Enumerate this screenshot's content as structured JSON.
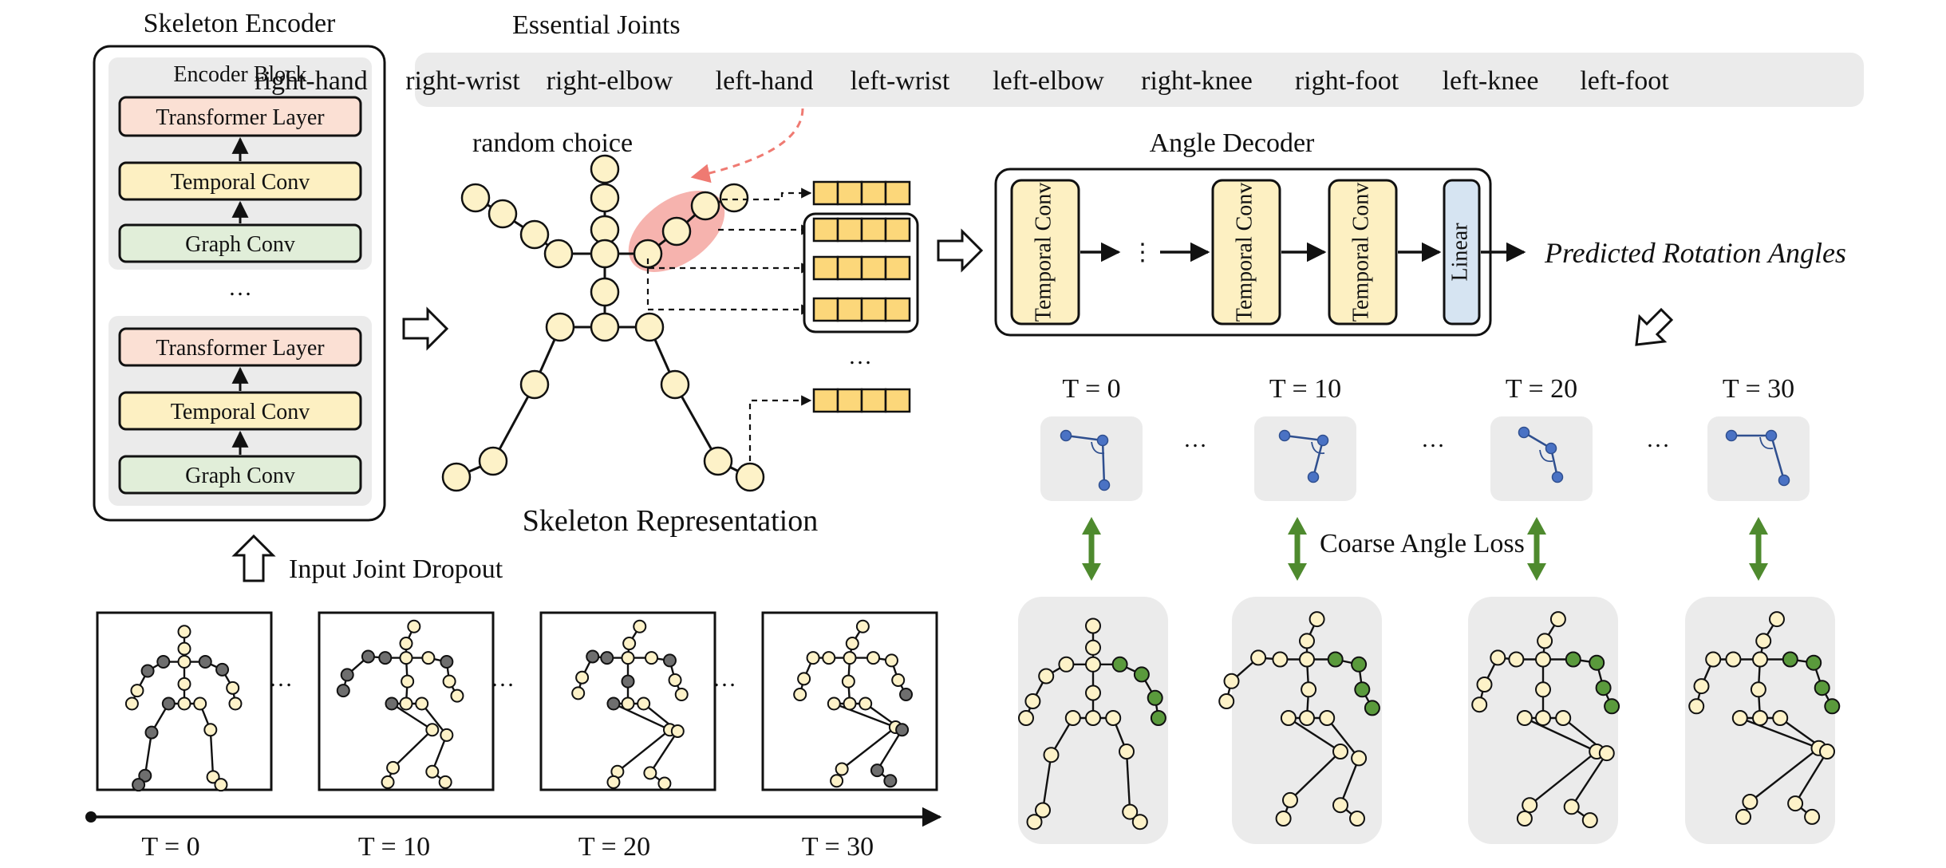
{
  "skeleton_encoder": {
    "title": "Skeleton Encoder",
    "block_title": "Encoder Block",
    "transformer_label": "Transformer Layer",
    "temporal_label": "Temporal Conv",
    "graph_label": "Graph Conv",
    "ellipsis": "…"
  },
  "essential_joints": {
    "title": "Essential Joints",
    "joints": [
      "right-hand",
      "right-wrist",
      "right-elbow",
      "left-hand",
      "left-wrist",
      "left-elbow",
      "right-knee",
      "right-foot",
      "left-knee",
      "left-foot"
    ],
    "selected_index": 2
  },
  "skeleton_representation": {
    "random_choice_label": "random choice",
    "title": "Skeleton Representation",
    "ellipsis": "…"
  },
  "angle_decoder": {
    "title": "Angle Decoder",
    "temporal_label": "Temporal Conv",
    "linear_label": "Linear",
    "ellipsis": "⋮",
    "output_label": "Predicted Rotation Angles"
  },
  "angle_frames": {
    "labels": [
      "T = 0",
      "T = 10",
      "T = 20",
      "T = 30"
    ],
    "ellipsis": "…",
    "loss_label": "Coarse Angle Loss"
  },
  "input": {
    "dropout_label": "Input Joint Dropout",
    "timeline_labels": [
      "T = 0",
      "T = 10",
      "T = 20",
      "T = 30"
    ],
    "ellipsis": "…"
  },
  "colors": {
    "joint_fill": "#fdf2c8",
    "dropped_joint": "#6e6e6e",
    "essential_joint": "#5a9a3c",
    "angle_joint": "#4a72c4",
    "transformer_fill": "#fbe0d4",
    "temporal_fill": "#fdf0c2",
    "graph_fill": "#e1eed9",
    "linear_fill": "#d6e4f2",
    "panel_gray": "#ebebeb",
    "highlight": "#f4a6a0",
    "green_arrow": "#4e8a2e",
    "token_fill": "#fcd77a"
  }
}
